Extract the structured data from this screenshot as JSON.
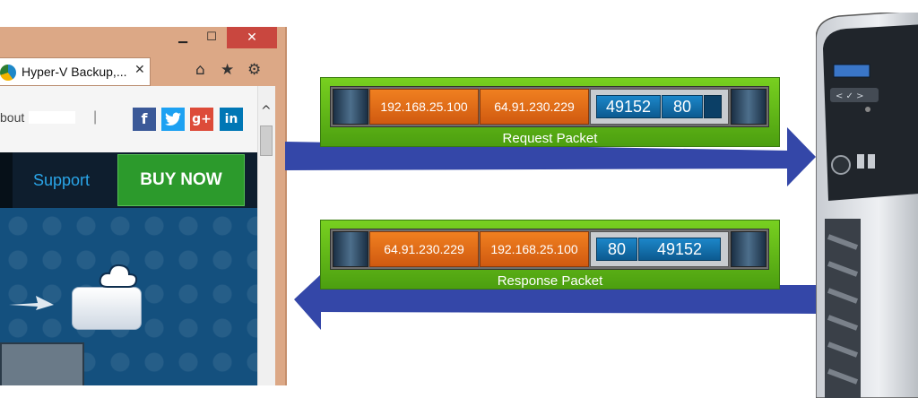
{
  "browser": {
    "window_buttons": {
      "minimize": "▁",
      "maximize": "☐",
      "close": "✕"
    },
    "tab": {
      "title": "Hyper-V Backup,...",
      "close": "✕"
    },
    "toolbar_icons": [
      "home-icon",
      "star-icon",
      "gear-icon"
    ],
    "page": {
      "about_text": "bout",
      "separator": "|",
      "social": {
        "facebook": "f",
        "twitter": "t",
        "googleplus": "g+",
        "linkedin": "in"
      },
      "nav": {
        "support": "Support",
        "buy_now": "BUY NOW"
      }
    },
    "scroll_up": "^"
  },
  "request_packet": {
    "label": "Request Packet",
    "source_ip": "192.168.25.100",
    "dest_ip": "64.91.230.229",
    "source_port": "49152",
    "dest_port": "80"
  },
  "response_packet": {
    "label": "Response Packet",
    "source_ip": "64.91.230.229",
    "dest_ip": "192.168.25.100",
    "source_port": "80",
    "dest_port": "49152"
  },
  "colors": {
    "arrow": "#3447a8",
    "packet_green": "#5cb318",
    "ip_orange": "#e06a18",
    "port_blue": "#1577b8",
    "buy_green": "#2c9a2c"
  }
}
